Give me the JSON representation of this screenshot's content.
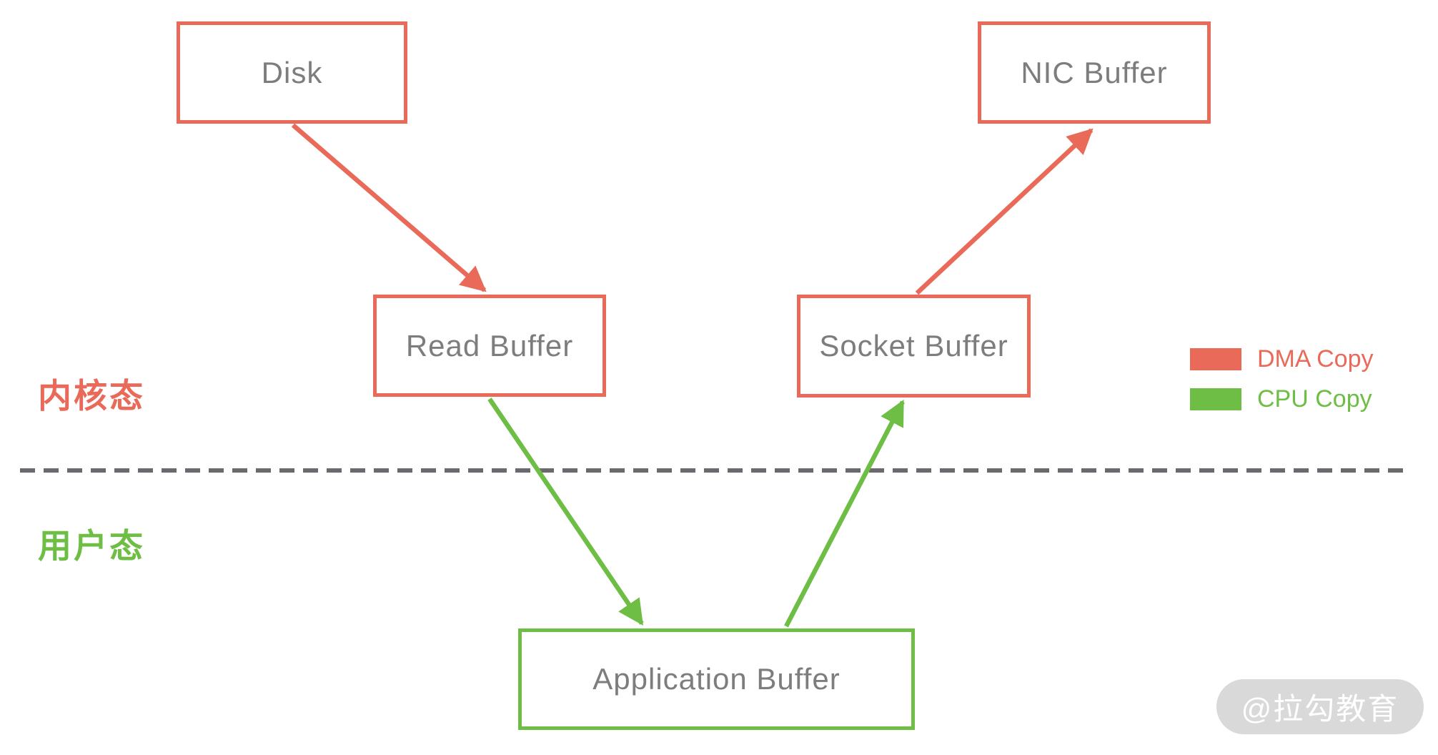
{
  "diagram": {
    "nodes": [
      {
        "id": "disk",
        "label": "Disk"
      },
      {
        "id": "nic-buffer",
        "label": "NIC Buffer"
      },
      {
        "id": "read-buffer",
        "label": "Read Buffer"
      },
      {
        "id": "socket-buffer",
        "label": "Socket Buffer"
      },
      {
        "id": "application-buffer",
        "label": "Application Buffer"
      }
    ],
    "zones": {
      "kernel_label": "内核态",
      "user_label": "用户态"
    },
    "edges": [
      {
        "from": "disk",
        "to": "read-buffer",
        "type": "DMA Copy"
      },
      {
        "from": "read-buffer",
        "to": "application-buffer",
        "type": "CPU Copy"
      },
      {
        "from": "application-buffer",
        "to": "socket-buffer",
        "type": "CPU Copy"
      },
      {
        "from": "socket-buffer",
        "to": "nic-buffer",
        "type": "DMA Copy"
      }
    ],
    "legend": [
      {
        "label": "DMA Copy",
        "color": "#ea6a5a"
      },
      {
        "label": "CPU Copy",
        "color": "#6ebe46"
      }
    ],
    "watermark": "@拉勾教育",
    "colors": {
      "dma": "#ea6a5a",
      "cpu": "#6ebe46",
      "node_text": "#7d7d7d",
      "divider": "#6a6a6e",
      "watermark_bg": "#d9d9d9",
      "watermark_text": "#ffffff"
    }
  }
}
